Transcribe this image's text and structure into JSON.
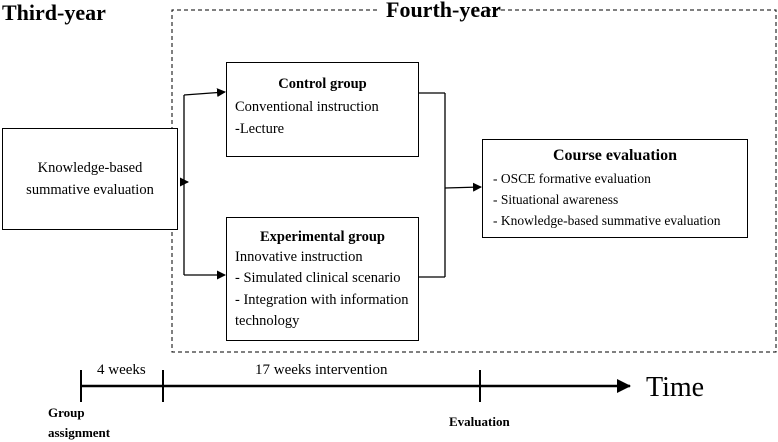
{
  "headings": {
    "third_year": "Third-year",
    "fourth_year": "Fourth-year"
  },
  "knowledge_box": {
    "lines": [
      "Knowledge-based",
      "summative evaluation"
    ]
  },
  "control_group": {
    "title": "Control group",
    "lines": [
      "Conventional instruction",
      "-Lecture"
    ]
  },
  "experimental_group": {
    "title": "Experimental group",
    "lines": [
      "Innovative instruction",
      "- Simulated clinical scenario",
      "- Integration with information",
      "technology"
    ]
  },
  "course_evaluation": {
    "title": "Course evaluation",
    "lines": [
      "- OSCE  formative evaluation",
      "- Situational awareness",
      "- Knowledge-based summative evaluation"
    ]
  },
  "timeline": {
    "segment1": "4 weeks",
    "segment2": "17 weeks intervention",
    "axis_label": "Time",
    "marker_group": [
      "Group",
      "assignment"
    ],
    "marker_eval": "Evaluation"
  }
}
